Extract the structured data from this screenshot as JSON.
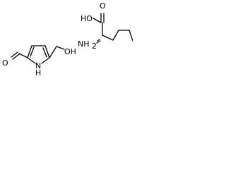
{
  "molecules": {
    "pyrrole": {
      "aldehyde_oxygen": "O",
      "ring_nitrogen": "N",
      "ring_nitrogen_h": "H",
      "hydroxyl": "OH"
    },
    "norleucine": {
      "acid_hydroxyl": "HO",
      "acid_oxygen": "O",
      "amine": "NH",
      "amine_sub": "2"
    }
  },
  "colors": {
    "bond": "#000000",
    "text": "#000000",
    "background": "#ffffff"
  }
}
